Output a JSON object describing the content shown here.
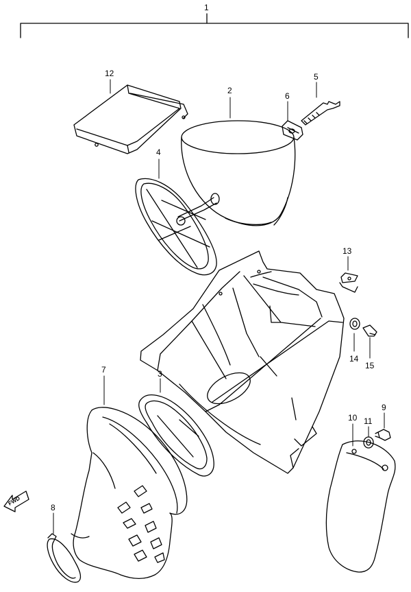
{
  "diagram": {
    "callouts": {
      "c1": "1",
      "c2": "2",
      "c3": "3",
      "c4": "4",
      "c5": "5",
      "c6": "6",
      "c7": "7",
      "c8": "8",
      "c9": "9",
      "c10": "10",
      "c11": "11",
      "c12": "12",
      "c13": "13",
      "c14": "14",
      "c15": "15"
    },
    "direction_label": "FWD",
    "line_color": "#000000",
    "background_color": "#ffffff"
  }
}
